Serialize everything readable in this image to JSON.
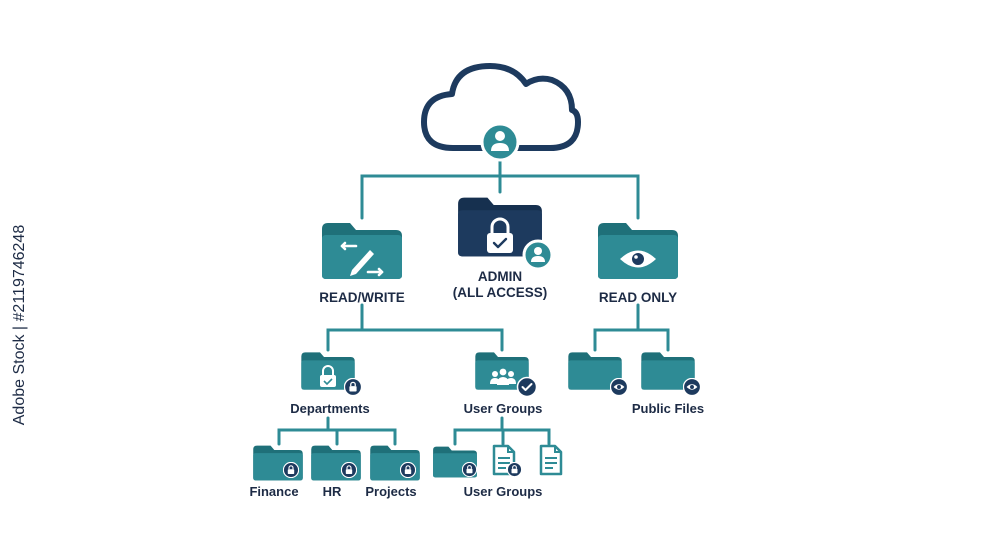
{
  "colors": {
    "teal": "#2e8b95",
    "teal_dark": "#1f7079",
    "navy": "#1d3a5e",
    "line": "#2e8b95",
    "text": "#1d2b45"
  },
  "root": {
    "icon": "cloud-user-icon"
  },
  "branches": {
    "read_write": {
      "label": "READ/WRITE",
      "icon": "edit-arrows-folder-icon"
    },
    "admin": {
      "label_line1": "ADMIN",
      "label_line2": "(ALL ACCESS)",
      "icon": "locked-folder-icon"
    },
    "read_only": {
      "label": "READ ONLY",
      "icon": "eye-folder-icon"
    }
  },
  "sub": {
    "departments": {
      "label": "Departments",
      "icon": "locked-folder-icon"
    },
    "user_groups": {
      "label": "User Groups",
      "icon": "people-folder-icon"
    },
    "public_files": {
      "label": "Public Files",
      "icon": "eye-folder-icon"
    }
  },
  "leaves": {
    "finance": "Finance",
    "hr": "HR",
    "projects": "Projects",
    "user_groups": "User Groups"
  },
  "side_text": "Adobe Stock | #2119746248"
}
